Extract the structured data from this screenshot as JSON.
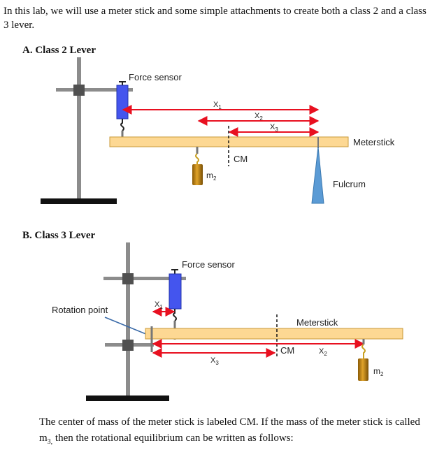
{
  "intro_text": "In this lab, we will use a meter stick and some simple attachments to create both a class 2 and a class 3 lever.",
  "section_a": {
    "heading": "A. Class 2 Lever",
    "labels": {
      "force_sensor": "Force sensor",
      "x1": "X",
      "x1_sub": "1",
      "x2": "X",
      "x2_sub": "2",
      "x3": "X",
      "x3_sub": "3",
      "meterstick": "Meterstick",
      "cm": "CM",
      "m2": "m",
      "m2_sub": "2",
      "fulcrum": "Fulcrum"
    }
  },
  "section_b": {
    "heading": "B. Class 3 Lever",
    "labels": {
      "force_sensor": "Force sensor",
      "rotation_point": "Rotation point",
      "x1": "X",
      "x1_sub": "1",
      "meterstick": "Meterstick",
      "cm": "CM",
      "x2": "X",
      "x2_sub": "2",
      "x3": "X",
      "x3_sub": "3",
      "m2": "m",
      "m2_sub": "2"
    }
  },
  "outro": {
    "before": "The center of mass of the meter stick is labeled CM. If the mass of the meter stick is called m",
    "sub": "3,",
    "after": " then the rotational equilibrium can be written as follows:"
  },
  "colors": {
    "stick_fill": "#fdd893",
    "stick_stroke": "#c99a3a",
    "sensor": "#4455ee",
    "arrow": "#e81020",
    "stand": "#8c8c8c",
    "clamp": "#505050",
    "base": "#111111",
    "fulcrum": "#5b9bd5",
    "mass": "#c58a10",
    "hook": "#c8a020"
  }
}
